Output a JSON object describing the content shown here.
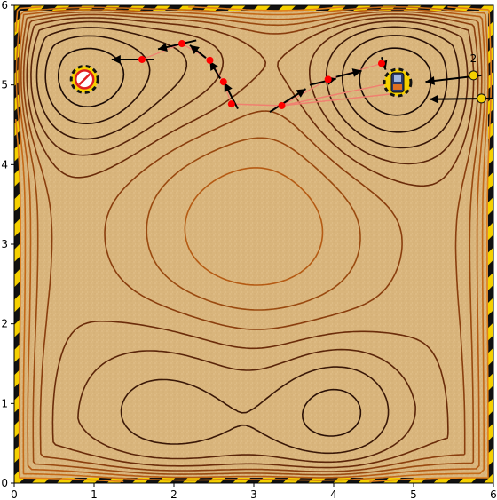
{
  "chart_data": {
    "type": "contour",
    "xlim": [
      0,
      6
    ],
    "ylim": [
      0,
      6
    ],
    "x_ticks": [
      "0",
      "1",
      "2",
      "3",
      "4",
      "5",
      "6"
    ],
    "y_ticks": [
      "0",
      "1",
      "2",
      "3",
      "4",
      "5",
      "6"
    ],
    "grid": false,
    "background": "sand texture",
    "border": "yellow-black hazard stripes",
    "contour_colors": [
      "#1a0a05",
      "#3a1808",
      "#6b2c0a",
      "#9a4a10",
      "#c46a18",
      "#e07f1c"
    ],
    "landmarks": [
      {
        "icon": "no-entry-sign-icon",
        "x": 0.88,
        "y": 5.07
      },
      {
        "icon": "robot-icon",
        "x": 4.8,
        "y": 5.03
      }
    ],
    "goal_markers": [
      {
        "label": "2",
        "x": 5.75,
        "y": 5.12,
        "color": "#f5d000"
      },
      {
        "label": "",
        "x": 5.85,
        "y": 4.83,
        "color": "#f5d000"
      }
    ],
    "path_points": [
      {
        "x": 2.72,
        "y": 4.76
      },
      {
        "x": 2.62,
        "y": 5.04
      },
      {
        "x": 2.45,
        "y": 5.31
      },
      {
        "x": 2.1,
        "y": 5.52
      },
      {
        "x": 1.6,
        "y": 5.32
      },
      {
        "x": 3.35,
        "y": 4.74
      },
      {
        "x": 3.93,
        "y": 5.07
      },
      {
        "x": 4.6,
        "y": 5.27
      }
    ],
    "rays": [
      {
        "from": [
          3.35,
          4.74
        ],
        "to": [
          4.85,
          5.05
        ]
      },
      {
        "from": [
          3.35,
          4.74
        ],
        "to": [
          4.85,
          4.9
        ]
      }
    ],
    "path_color": "#ff0000",
    "ray_color": "#f08070"
  }
}
